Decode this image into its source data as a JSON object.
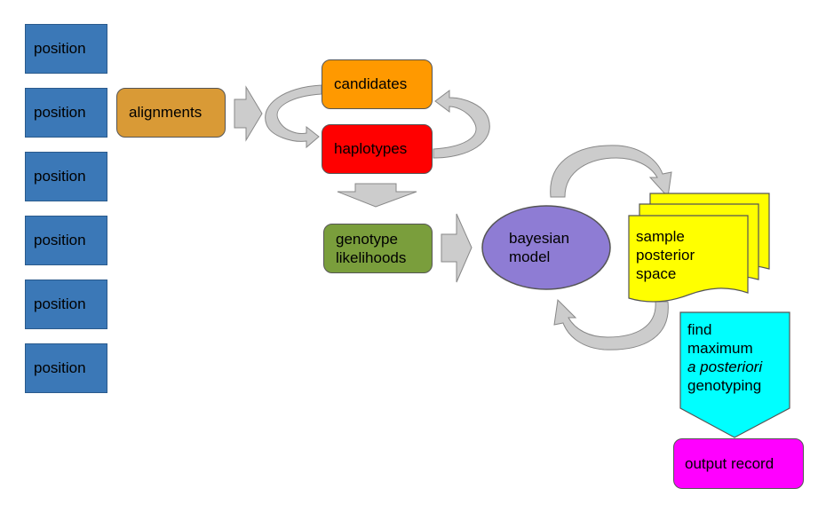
{
  "positions": [
    "position",
    "position",
    "position",
    "position",
    "position",
    "position"
  ],
  "nodes": {
    "alignments": "alignments",
    "candidates": "candidates",
    "haplotypes": "haplotypes",
    "genotype_likelihoods": [
      "genotype",
      "likelihoods"
    ],
    "bayesian_model": [
      "bayesian",
      "model"
    ],
    "sample_posterior_space": [
      "sample",
      "posterior",
      "space"
    ],
    "find_map_genotyping": [
      "find",
      "maximum",
      "a posteriori",
      "genotyping"
    ],
    "output_record": "output record"
  },
  "colors": {
    "position": "#3b78b7",
    "alignments": "#d99a36",
    "candidates": "#ff9900",
    "haplotypes": "#ff0000",
    "genotype_likelihoods": "#7a9e3c",
    "bayesian_model": "#8e7cd4",
    "sample_posterior_space": "#ffff00",
    "find_map_genotyping": "#00ffff",
    "output_record": "#ff00ff",
    "arrow": "#cccccc"
  }
}
